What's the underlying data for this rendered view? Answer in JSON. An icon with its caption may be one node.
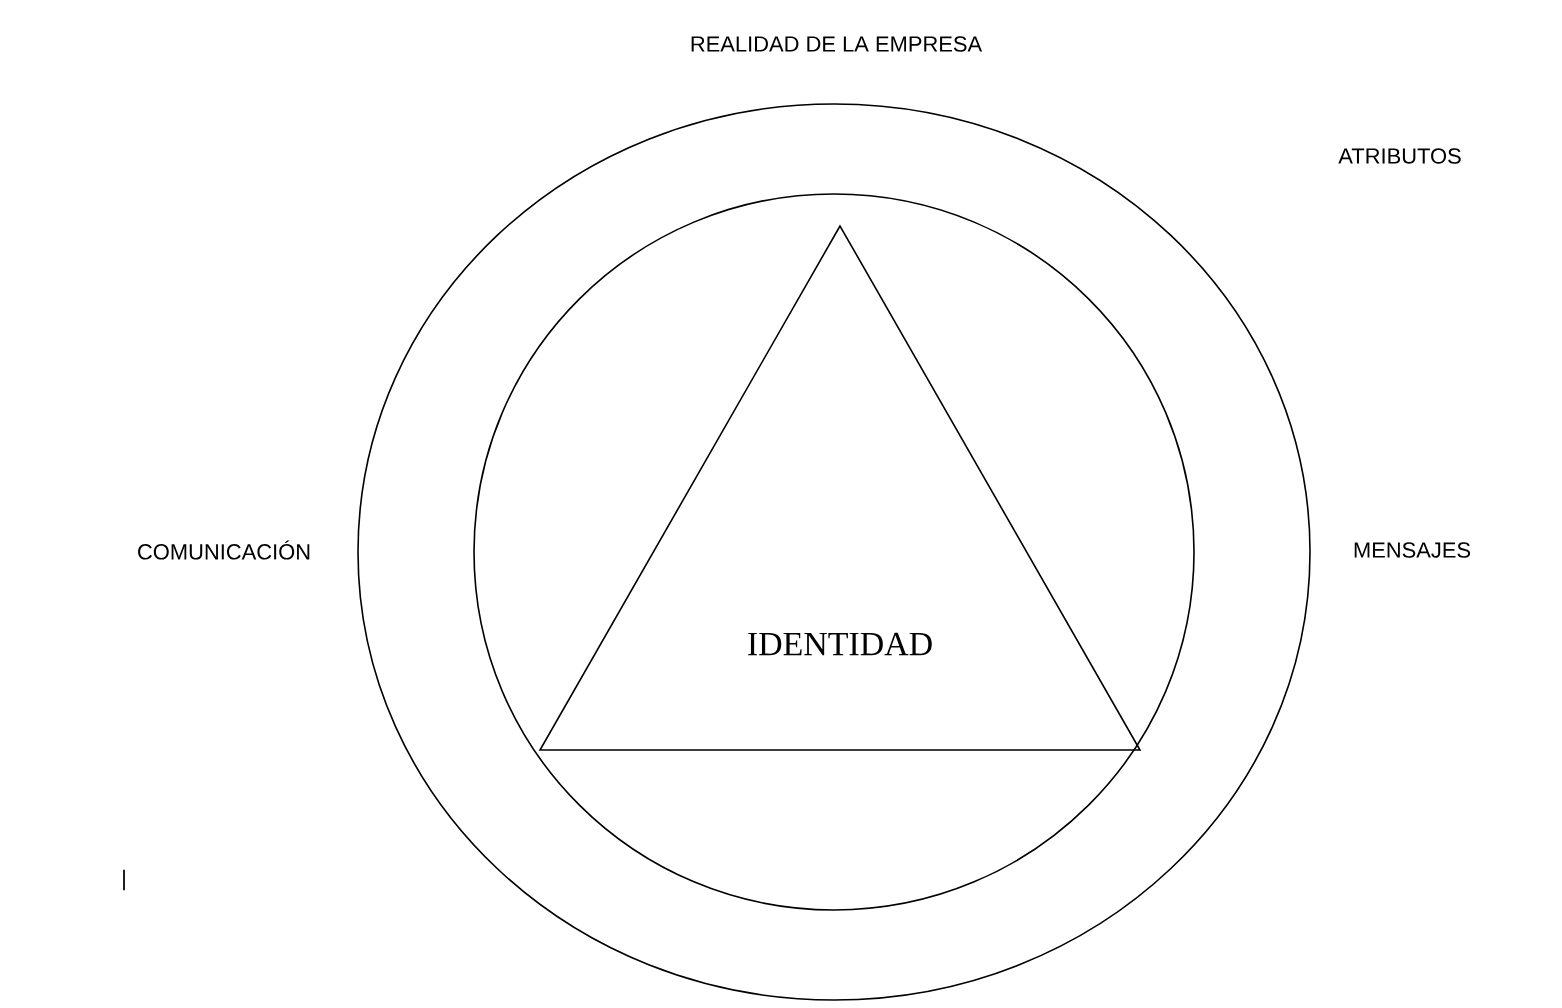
{
  "diagram": {
    "title": "REALIDAD DE LA EMPRESA",
    "nodes": [
      {
        "text": [],
        "shape": "circle"
      },
      {
        "text": [],
        "shape": "circle",
        "in": 0
      },
      {
        "text": [
          "IDENTIDAD"
        ],
        "in": 1
      }
    ],
    "labels": [
      "ATRIBUTOS",
      "COMUNICACIÓN",
      "MENSAJES",
      "|"
    ]
  }
}
